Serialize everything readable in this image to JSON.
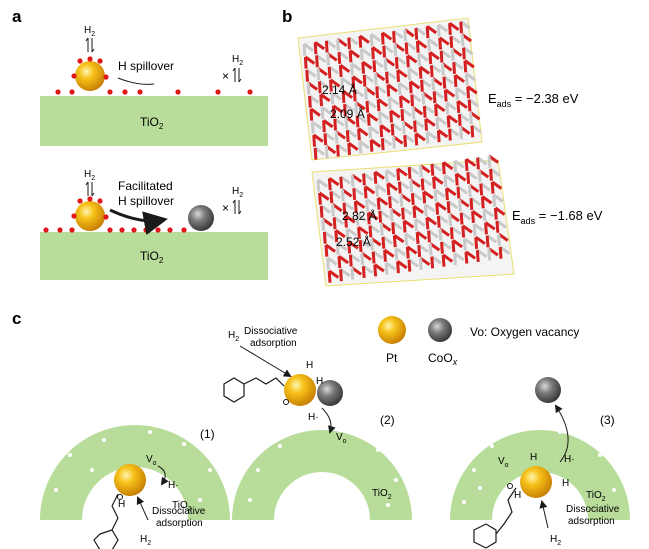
{
  "panel_a": {
    "label": "a",
    "top": {
      "h2_left": "H",
      "h2_left_sub": "2",
      "spillover": "H spillover",
      "h2_right": "H",
      "h2_right_sub": "2",
      "blocked": "×",
      "support": "TiO",
      "support_sub": "2"
    },
    "bottom": {
      "h2_left": "H",
      "h2_left_sub": "2",
      "spillover_line1": "Facilitated",
      "spillover_line2": "H spillover",
      "h2_right": "H",
      "h2_right_sub": "2",
      "blocked": "×",
      "support": "TiO",
      "support_sub": "2"
    }
  },
  "panel_b": {
    "label": "b",
    "top": {
      "dist1": "2.14 Å",
      "dist2": "2.09 Å",
      "eads_prefix": "E",
      "eads_sub": "ads",
      "eads_value": " = −2.38 eV"
    },
    "bottom": {
      "dist1": "2.82 Å",
      "dist2": "2.52 Å",
      "eads_prefix": "E",
      "eads_sub": "ads",
      "eads_value": " = −1.68 eV"
    }
  },
  "panel_c": {
    "label": "c",
    "legend": {
      "pt": "Pt",
      "coox": "CoO",
      "coox_sub": "x",
      "vo": "Vo: Oxygen vacancy"
    },
    "step1": {
      "num": "(1)",
      "vo": "V",
      "vo_sub": "o",
      "hdot": "H·",
      "support": "TiO",
      "support_sub": "2",
      "diss1": "Dissociative",
      "diss2": "adsorption",
      "h2": "H",
      "h2_sub": "2",
      "h_atom": "H",
      "o_atom": "O"
    },
    "step2": {
      "num": "(2)",
      "h2": "H",
      "h2_sub": "2",
      "diss1": "Dissociative",
      "diss2": "adsorption",
      "h1": "H",
      "h2_atom": "H",
      "hdot": "H·",
      "vo": "V",
      "vo_sub": "o",
      "support": "TiO",
      "support_sub": "2",
      "o_atom": "O"
    },
    "step3": {
      "num": "(3)",
      "vo": "V",
      "vo_sub": "o",
      "h_top": "H",
      "hdot": "H·",
      "h_right": "H",
      "h_left": "H",
      "support": "TiO",
      "support_sub": "2",
      "diss1": "Dissociative",
      "diss2": "adsorption",
      "h2": "H",
      "h2_sub": "2",
      "o_atom": "O"
    }
  },
  "colors": {
    "support_green": "#b8dc9a",
    "pt_gold": "#f0a500",
    "coox_gray": "#6e6e6e",
    "h_red": "#e01818",
    "o_red": "#d42020",
    "ti_gray": "#c9c9c9"
  }
}
